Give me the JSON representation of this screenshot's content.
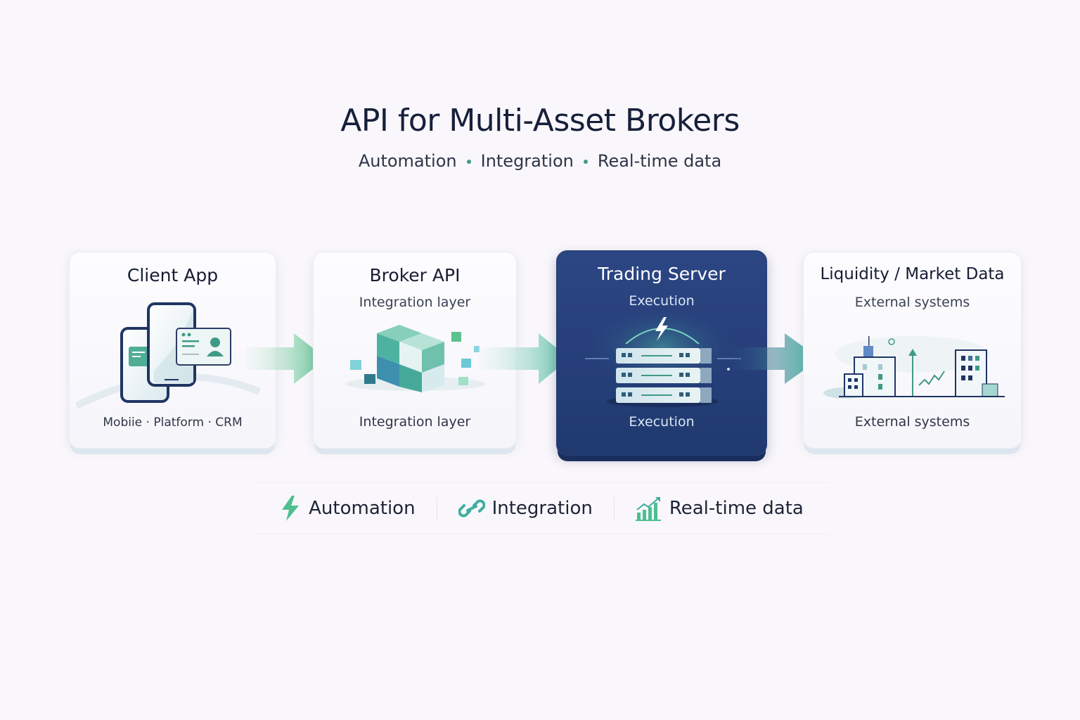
{
  "header": {
    "title": "API for Multi-Asset Brokers",
    "subtitle_items": [
      "Automation",
      "Integration",
      "Real-time data"
    ]
  },
  "colors": {
    "accent_green": "#4dbf90",
    "accent_teal": "#3fae9e",
    "dark_card": "#263f7a",
    "title_text": "#16203a"
  },
  "cards": [
    {
      "id": "client-app",
      "title": "Client App",
      "subtitle": "",
      "footer": "Mobiie ·  Platform · CRM",
      "icon": "mobile-devices-icon"
    },
    {
      "id": "broker-api",
      "title": "Broker API",
      "subtitle": "Integration layer",
      "footer": "Integration layer",
      "icon": "cubes-icon"
    },
    {
      "id": "trading-server",
      "title": "Trading Server",
      "subtitle": "Execution",
      "footer": "Execution",
      "icon": "server-rack-icon",
      "highlighted": true
    },
    {
      "id": "liquidity",
      "title": "Liquidity / Market Data",
      "subtitle": "External systems",
      "footer": "External systems",
      "icon": "buildings-chart-icon"
    }
  ],
  "features": [
    {
      "label": "Automation",
      "icon": "lightning-icon"
    },
    {
      "label": "Integration",
      "icon": "link-icon"
    },
    {
      "label": "Real-time data",
      "icon": "bar-chart-growth-icon"
    }
  ]
}
